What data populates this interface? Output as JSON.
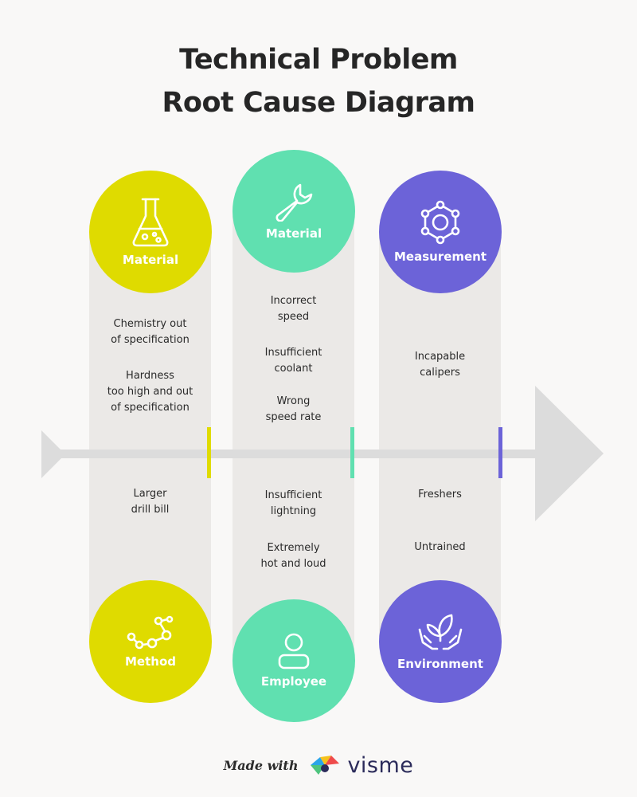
{
  "title_line1": "Technical Problem",
  "title_line2": "Root Cause Diagram",
  "categories": {
    "top_left": "Material",
    "top_middle": "Material",
    "top_right": "Measurement",
    "bottom_left": "Method",
    "bottom_middle": "Employee",
    "bottom_right": "Environment"
  },
  "causes": {
    "col1_top": [
      "Chemistry out\nof specification",
      "Hardness\ntoo high and out\nof specification"
    ],
    "col1_bottom": [
      "Larger\ndrill bill"
    ],
    "col2_top": [
      "Incorrect\nspeed",
      "Insufficient\ncoolant",
      "Wrong\nspeed rate"
    ],
    "col2_bottom": [
      "Insufficient\nlightning",
      "Extremely\nhot and loud"
    ],
    "col3_top": [
      "Incapable\ncalipers"
    ],
    "col3_bottom": [
      "Freshers",
      "Untrained"
    ]
  },
  "footer": {
    "made_with": "Made with",
    "brand": "visme"
  },
  "colors": {
    "yellow": "#dfdb00",
    "green": "#60e0b0",
    "purple": "#6c63d8",
    "spine": "#dcdcdc"
  },
  "icons": {
    "top_left": "flask-icon",
    "top_middle": "wrench-icon",
    "top_right": "hexagon-network-icon",
    "bottom_left": "molecule-icon",
    "bottom_middle": "person-icon",
    "bottom_right": "hands-leaf-icon"
  }
}
